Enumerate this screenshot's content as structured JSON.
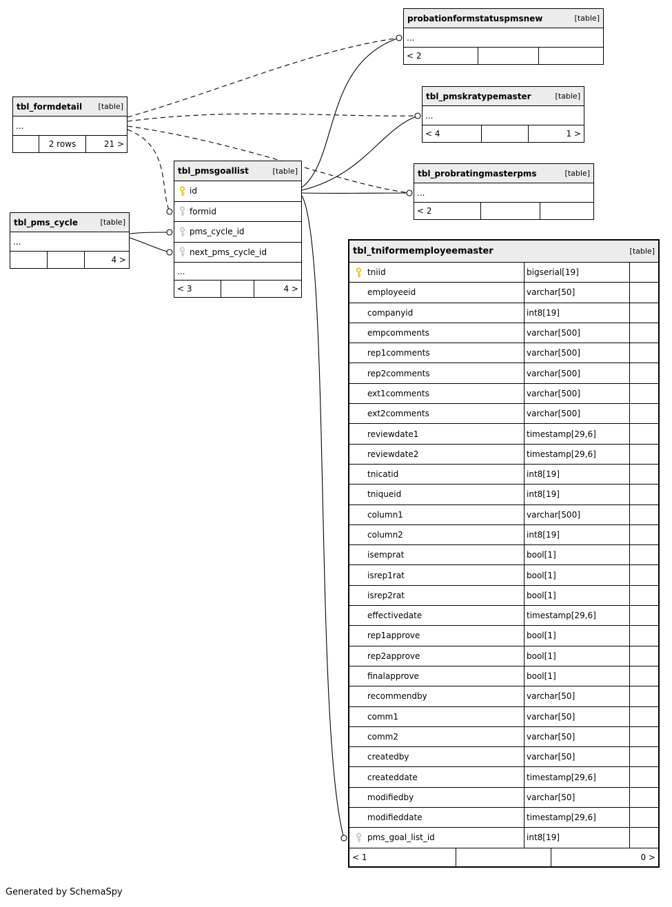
{
  "generated_by": "Generated by SchemaSpy",
  "colors": {
    "primary_key": "#E8C500",
    "foreign_key": "#C6C6C6",
    "header_bg": "#ECECEC",
    "line": "#000000"
  },
  "tables": [
    {
      "id": "probationformstatuspmsnew",
      "title": "probationformstatuspmsnew",
      "tag": "[table]",
      "rows": [
        {
          "name": "..."
        }
      ],
      "footer": [
        "< 2",
        "",
        ""
      ]
    },
    {
      "id": "tbl_pmskratypemaster",
      "title": "tbl_pmskratypemaster",
      "tag": "[table]",
      "rows": [
        {
          "name": "..."
        }
      ],
      "footer": [
        "< 4",
        "",
        "1 >"
      ]
    },
    {
      "id": "tbl_probratingmasterpms",
      "title": "tbl_probratingmasterpms",
      "tag": "[table]",
      "rows": [
        {
          "name": "..."
        }
      ],
      "footer": [
        "< 2",
        "",
        ""
      ]
    },
    {
      "id": "tbl_formdetail",
      "title": "tbl_formdetail",
      "tag": "[table]",
      "rows": [
        {
          "name": "..."
        }
      ],
      "footer": [
        "",
        "2 rows",
        "21 >"
      ]
    },
    {
      "id": "tbl_pms_cycle",
      "title": "tbl_pms_cycle",
      "tag": "[table]",
      "rows": [
        {
          "name": "..."
        }
      ],
      "footer": [
        "",
        "",
        "4 >"
      ]
    },
    {
      "id": "tbl_pmsgoallist",
      "title": "tbl_pmsgoallist",
      "tag": "[table]",
      "rows": [
        {
          "name": "id",
          "key": "pk"
        },
        {
          "name": "formid",
          "key": "fk"
        },
        {
          "name": "pms_cycle_id",
          "key": "fk"
        },
        {
          "name": "next_pms_cycle_id",
          "key": "fk"
        },
        {
          "name": "..."
        }
      ],
      "footer": [
        "< 3",
        "",
        "4 >"
      ]
    },
    {
      "id": "tbl_tniformemployeemaster",
      "title": "tbl_tniformemployeemaster",
      "tag": "[table]",
      "rows": [
        {
          "name": "tniid",
          "type": "bigserial[19]",
          "key": "pk"
        },
        {
          "name": "employeeid",
          "type": "varchar[50]"
        },
        {
          "name": "companyid",
          "type": "int8[19]"
        },
        {
          "name": "empcomments",
          "type": "varchar[500]"
        },
        {
          "name": "rep1comments",
          "type": "varchar[500]"
        },
        {
          "name": "rep2comments",
          "type": "varchar[500]"
        },
        {
          "name": "ext1comments",
          "type": "varchar[500]"
        },
        {
          "name": "ext2comments",
          "type": "varchar[500]"
        },
        {
          "name": "reviewdate1",
          "type": "timestamp[29,6]"
        },
        {
          "name": "reviewdate2",
          "type": "timestamp[29,6]"
        },
        {
          "name": "tnicatid",
          "type": "int8[19]"
        },
        {
          "name": "tniqueid",
          "type": "int8[19]"
        },
        {
          "name": "column1",
          "type": "varchar[500]"
        },
        {
          "name": "column2",
          "type": "int8[19]"
        },
        {
          "name": "isemprat",
          "type": "bool[1]"
        },
        {
          "name": "isrep1rat",
          "type": "bool[1]"
        },
        {
          "name": "isrep2rat",
          "type": "bool[1]"
        },
        {
          "name": "effectivedate",
          "type": "timestamp[29,6]"
        },
        {
          "name": "rep1approve",
          "type": "bool[1]"
        },
        {
          "name": "rep2approve",
          "type": "bool[1]"
        },
        {
          "name": "finalapprove",
          "type": "bool[1]"
        },
        {
          "name": "recommendby",
          "type": "varchar[50]"
        },
        {
          "name": "comm1",
          "type": "varchar[50]"
        },
        {
          "name": "comm2",
          "type": "varchar[50]"
        },
        {
          "name": "createdby",
          "type": "varchar[50]"
        },
        {
          "name": "createddate",
          "type": "timestamp[29,6]"
        },
        {
          "name": "modifiedby",
          "type": "varchar[50]"
        },
        {
          "name": "modifieddate",
          "type": "timestamp[29,6]"
        },
        {
          "name": "pms_goal_list_id",
          "type": "int8[19]",
          "key": "fk"
        }
      ],
      "footer": [
        "< 1",
        "",
        "0 >"
      ]
    }
  ],
  "relationships": [
    {
      "from": "tbl_formdetail",
      "to": "probationformstatuspmsnew",
      "style": "dashed"
    },
    {
      "from": "tbl_formdetail",
      "to": "tbl_pmskratypemaster",
      "style": "dashed"
    },
    {
      "from": "tbl_formdetail",
      "to": "tbl_probratingmasterpms",
      "style": "dashed"
    },
    {
      "from": "tbl_formdetail",
      "to": "tbl_pmsgoallist.formid",
      "style": "dashed"
    },
    {
      "from": "tbl_pmsgoallist.id",
      "to": "probationformstatuspmsnew",
      "style": "solid"
    },
    {
      "from": "tbl_pmsgoallist.id",
      "to": "tbl_pmskratypemaster",
      "style": "solid"
    },
    {
      "from": "tbl_pmsgoallist.id",
      "to": "tbl_probratingmasterpms",
      "style": "solid"
    },
    {
      "from": "tbl_pmsgoallist.id",
      "to": "tbl_tniformemployeemaster.pms_goal_list_id",
      "style": "solid"
    },
    {
      "from": "tbl_pms_cycle",
      "to": "tbl_pmsgoallist.pms_cycle_id",
      "style": "solid"
    },
    {
      "from": "tbl_pms_cycle",
      "to": "tbl_pmsgoallist.next_pms_cycle_id",
      "style": "solid"
    }
  ]
}
